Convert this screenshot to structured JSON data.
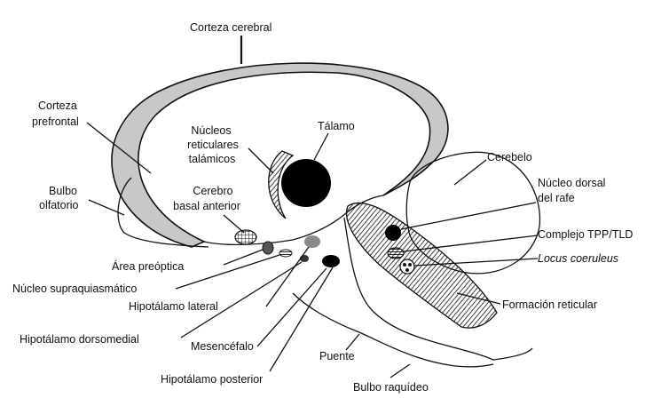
{
  "labels": {
    "corteza_cerebral": "Corteza cerebral",
    "corteza_prefrontal_1": "Corteza",
    "corteza_prefrontal_2": "prefrontal",
    "talamo": "Tálamo",
    "nucleos_1": "Núcleos",
    "nucleos_2": "reticulares",
    "nucleos_3": "talámicos",
    "cerebelo": "Cerebelo",
    "bulbo_olfatorio_1": "Bulbo",
    "bulbo_olfatorio_2": "olfatorio",
    "cerebro_basal_1": "Cerebro",
    "cerebro_basal_2": "basal anterior",
    "nucleo_dorsal_1": "Núcleo dorsal",
    "nucleo_dorsal_2": "del rafe",
    "complejo": "Complejo TPP/TLD",
    "locus": "Locus coeruleus",
    "area_preoptica": "Área preóptica",
    "supraquiasmatico": "Núcleo supraquiasmático",
    "hipotalamo_lateral": "Hipotálamo lateral",
    "formacion_reticular": "Formación reticular",
    "hipotalamo_dorsomedial": "Hipotálamo dorsomedial",
    "mesencefalo": "Mesencéfalo",
    "puente": "Puente",
    "hipotalamo_posterior": "Hipotálamo posterior",
    "bulbo_raquideo": "Bulbo raquídeo"
  },
  "colors": {
    "line": "#111111",
    "cortex_fill": "#c8c8c8",
    "hypothalamus_lateral": "#8a8a8a"
  }
}
